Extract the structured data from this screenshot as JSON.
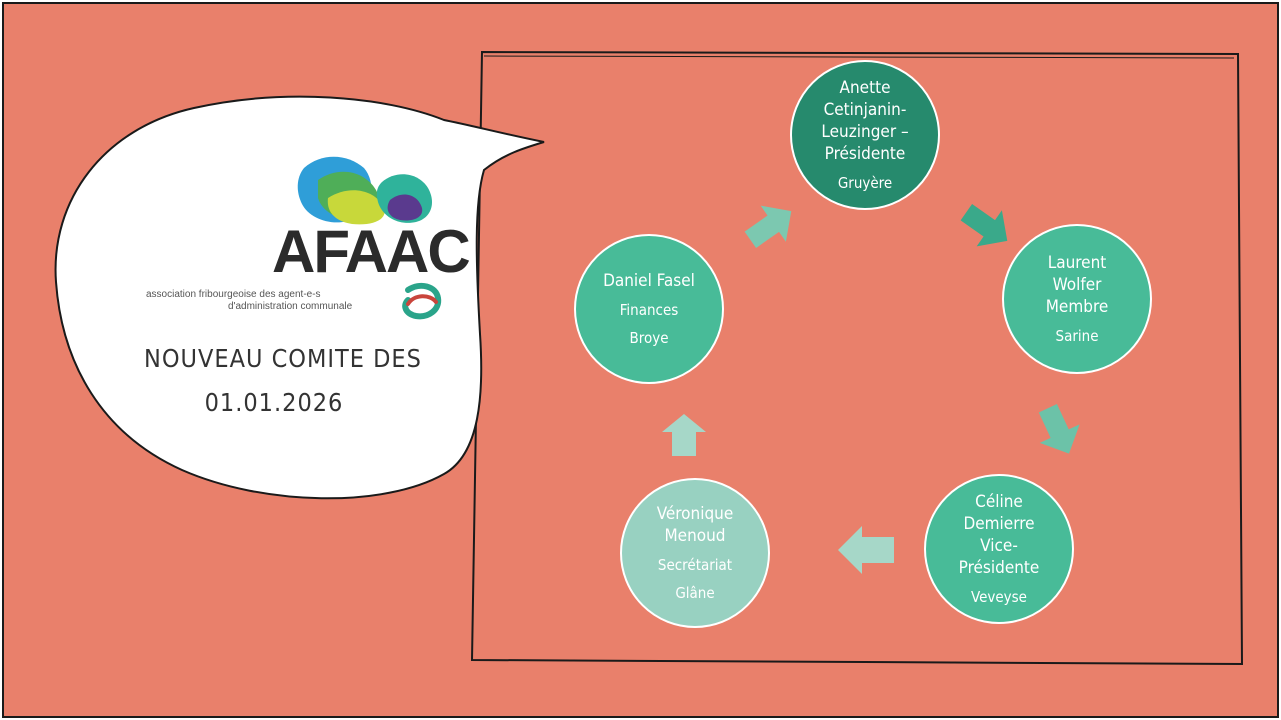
{
  "logo": {
    "acronym": "AFAAC",
    "tagline_line1": "association fribourgeoise des agent-e-s",
    "tagline_line2": "d'administration communale"
  },
  "heading": {
    "line1": "NOUVEAU COMITE DES",
    "line2": "01.01.2026"
  },
  "members": [
    {
      "name": "Anette Cetinjanin-Leuzinger – Présidente",
      "region": "Gruyère"
    },
    {
      "name": "Laurent Wolfer Membre",
      "region": "Sarine"
    },
    {
      "name": "Céline Demierre Vice-Présidente",
      "region": "Veveyse"
    },
    {
      "name": "Véronique Menoud",
      "role": "Secrétariat",
      "region": "Glâne"
    },
    {
      "name": "Daniel Fasel",
      "role": "Finances",
      "region": "Broye"
    }
  ],
  "colors": {
    "background": "#e9806b",
    "circle_dark": "#268a6d",
    "circle_mid": "#48bb98",
    "circle_light": "#98d1c1",
    "arrow_dark": "#3aa98a",
    "arrow_light": "#a6d7c8"
  }
}
